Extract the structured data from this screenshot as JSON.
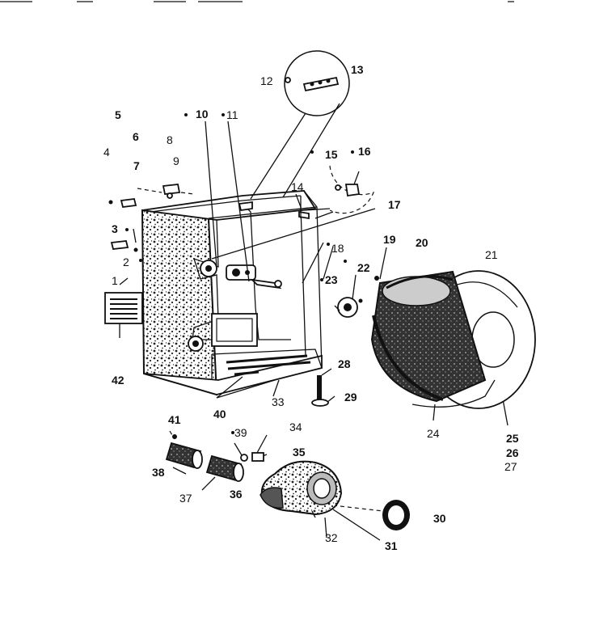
{
  "labels": {
    "p1": "1",
    "p2": "2",
    "p3": "3",
    "p4": "4",
    "p5": "5",
    "p6": "6",
    "p7": "7",
    "p8": "8",
    "p9": "9",
    "p10": "10",
    "p11": "11",
    "p12": "12",
    "p13": "13",
    "p14": "14",
    "p15": "15",
    "p16": "16",
    "p17": "17",
    "p18": "18",
    "p19": "19",
    "p20": "20",
    "p21": "21",
    "p22": "22",
    "p23": "23",
    "p24": "24",
    "p25": "25",
    "p26": "26",
    "p27": "27",
    "p28": "28",
    "p29": "29",
    "p30": "30",
    "p31": "31",
    "p32": "32",
    "p33": "33",
    "p34": "34",
    "p35": "35",
    "p36": "36",
    "p37": "37",
    "p38": "38",
    "p39": "39",
    "p40": "40",
    "p41": "41",
    "p42": "42"
  },
  "colors": {
    "ink": "#111111",
    "paper": "#ffffff",
    "speckle": "#555555"
  }
}
